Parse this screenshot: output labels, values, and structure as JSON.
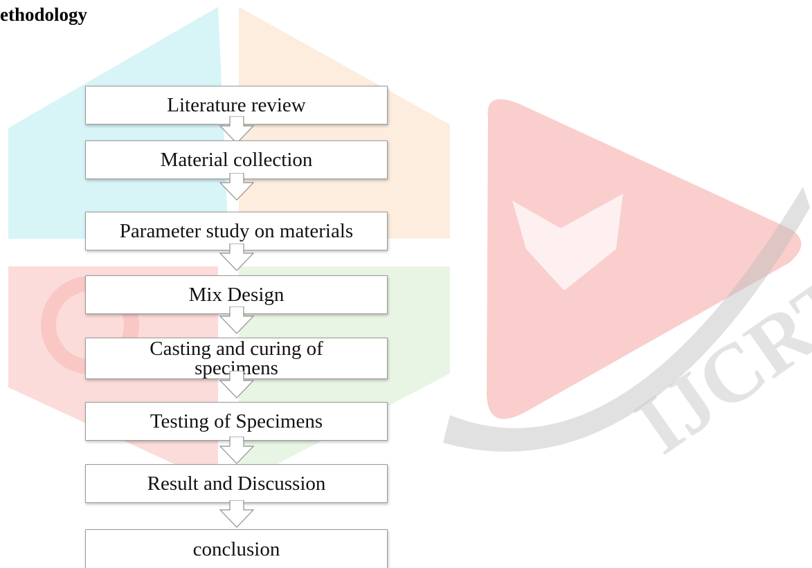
{
  "section": {
    "heading": "ethodology"
  },
  "watermark": {
    "text": "IJCRT",
    "colors": {
      "teal": "#6fd6e2",
      "orange": "#f6cba1",
      "red": "#f28a86",
      "green": "#bfe2b3"
    }
  },
  "flowchart": {
    "steps": [
      "Literature review",
      "Material collection",
      "Parameter study on materials",
      "Mix Design",
      "Casting and curing of specimens",
      "Testing of Specimens",
      "Result and Discussion",
      "conclusion"
    ]
  }
}
